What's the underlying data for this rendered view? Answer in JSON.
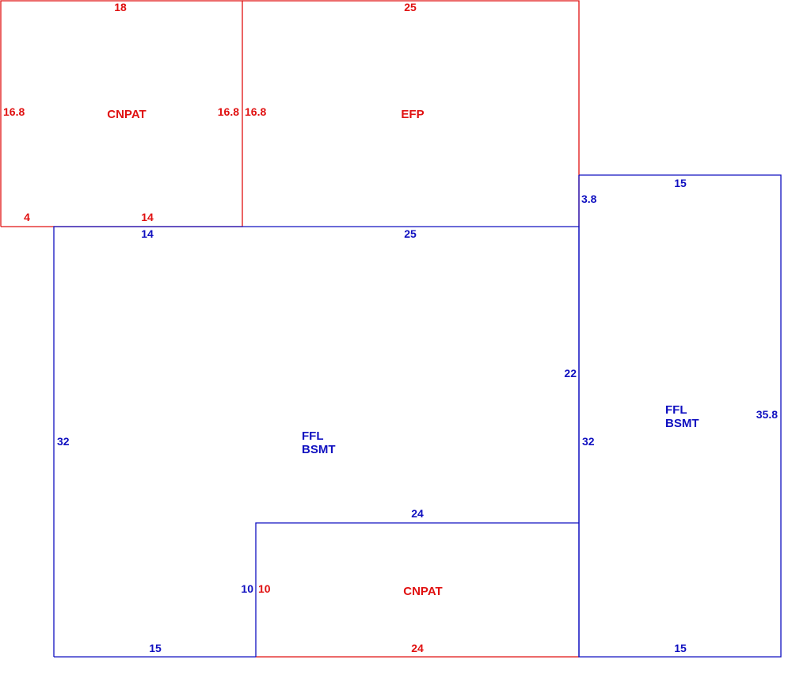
{
  "colors": {
    "porch": "#e01010",
    "living": "#1010c0",
    "background": "#ffffff"
  },
  "areas": {
    "cnpat_top": {
      "name": "CNPAT",
      "top": "18",
      "left": "16.8",
      "right": "16.8",
      "bottom_left": "4",
      "bottom": "14"
    },
    "efp": {
      "name": "EFP",
      "top": "25",
      "left": "16.8",
      "right": "3.8"
    },
    "main": {
      "line1": "FFL",
      "line2": "BSMT",
      "top_left": "14",
      "top": "25",
      "left": "32",
      "right_upper": "22",
      "right": "32",
      "bottom": "15"
    },
    "cnpat_bottom": {
      "name": "CNPAT",
      "top": "24",
      "left_blue": "10",
      "left_red": "10",
      "bottom": "24"
    },
    "east": {
      "line1": "FFL",
      "line2": "BSMT",
      "top": "15",
      "right": "35.8",
      "bottom": "15"
    }
  }
}
